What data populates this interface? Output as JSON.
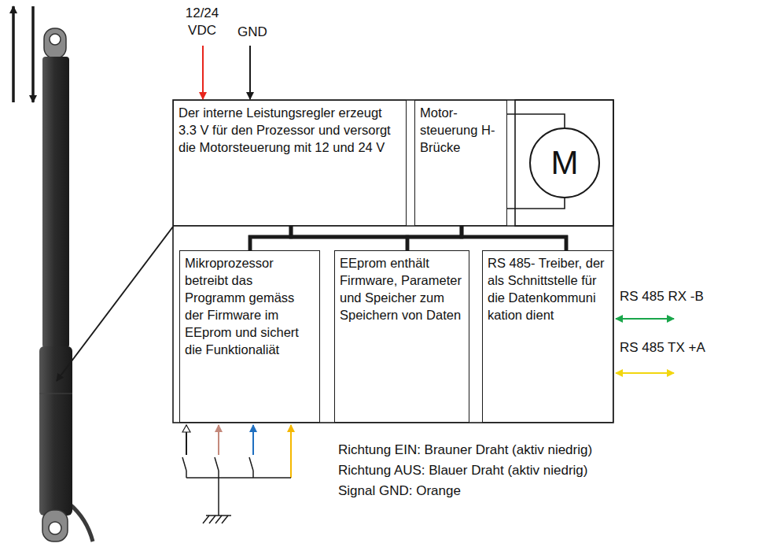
{
  "diagram": {
    "nodes": [
      {
        "text": [
          "Der interne Leistungsregler erzeugt 3.3 V für den Prozessor und versorgt die Motorsteuerung mit 12 und 24 V"
        ]
      },
      {
        "text": [
          "Motor- steuerung H-Brücke"
        ]
      },
      {
        "text": [
          "M"
        ]
      },
      {
        "text": [
          "Mikroprozessor betreibt das Programm gemäss der Firmware im EEprom und sichert die Funktionaliät"
        ]
      },
      {
        "text": [
          "EEprom enthält Firmware, Parameter und Speicher zum Speichern von Daten"
        ]
      },
      {
        "text": [
          "RS 485- Treiber, der als Schnittstelle für die Datenkommuni kation dient"
        ]
      }
    ],
    "edges": [
      {
        "from": 0,
        "to": 3,
        "arrow": "none"
      },
      {
        "from": 0,
        "to": 4,
        "arrow": "none"
      },
      {
        "from": 0,
        "to": 5,
        "arrow": "none"
      },
      {
        "from": 1,
        "to": 3,
        "arrow": "none"
      },
      {
        "from": 1,
        "to": 4,
        "arrow": "none"
      },
      {
        "from": 1,
        "to": 5,
        "arrow": "none"
      },
      {
        "from": 1,
        "to": 2,
        "arrow": "none"
      }
    ],
    "labels": [
      "12/24 VDC",
      "GND",
      "RS 485 RX -B",
      "RS 485 TX +A",
      "Richtung EIN: Brauner Draht (aktiv niedrig)",
      "Richtung AUS: Blauer Draht (aktiv niedrig)",
      "Signal GND: Orange"
    ]
  }
}
